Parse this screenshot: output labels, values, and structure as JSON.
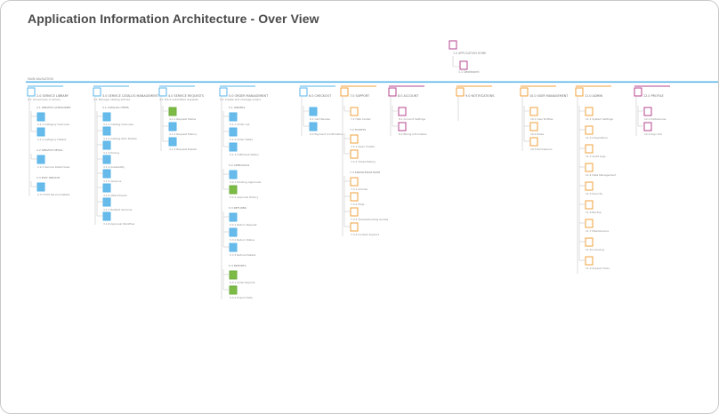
{
  "page_title": "Application Information Architecture - Over View",
  "palette": {
    "blue": "#5ab4e8",
    "blue_fill": "#67bbea",
    "green": "#6fae3d",
    "green_fill": "#7dbb47",
    "orange": "#f0a13c",
    "magenta": "#b4448f",
    "line": "#c8c8c8",
    "text": "#8a8a8a"
  },
  "top_node": {
    "label": "1.0 APPLICATION HOME",
    "child_label": "1.1 Dashboard"
  },
  "main_bar_label": "MAIN NAVIGATION",
  "sections": [
    {
      "color": "blue",
      "title": "2.0 SERVICE LIBRARY",
      "subtitle": "2.1 All services in library",
      "groups": [
        {
          "heading": "2.1 SERVICE CATEGORIES",
          "items": [
            "2.1.1 Category Overview",
            "2.1.2 Category Details"
          ]
        },
        {
          "heading": "2.2 SERVICE DETAIL",
          "items": [
            "2.2.1 Service Detail View"
          ]
        },
        {
          "heading": "2.3 EDIT SERVICE",
          "items": [
            "2.3.1 Edit Service Details"
          ]
        }
      ]
    },
    {
      "color": "blue",
      "title": "3.0 SERVICE CATALOG MANAGEMENT",
      "subtitle": "3.1 Manage catalog entries",
      "groups": [
        {
          "heading": "3.1 CATALOG ITEMS",
          "items": [
            "3.1.1 Catalog Overview",
            "3.1.2 Catalog Item Details",
            "3.1.3 Pricing",
            "3.1.4 Availability",
            "3.1.5 Versions",
            "3.1.6 Attachments",
            "3.1.7 Related Services",
            "3.1.8 Approval Workflow"
          ]
        }
      ]
    },
    {
      "color": "blue",
      "title": "4.0 SERVICE REQUESTS",
      "subtitle": "4.1 Track submitted requests",
      "groups": [
        {
          "heading": "",
          "items": [
            "4.1.1 Request Status",
            "4.1.2 Request History",
            "4.1.3 Request Details"
          ]
        }
      ]
    },
    {
      "color": "blue",
      "title": "5.0 ORDER MANAGEMENT",
      "subtitle": "5.1 Create and manage orders",
      "groups": [
        {
          "heading": "5.1 ORDERS",
          "items": [
            "5.1.1 Order List",
            "5.1.2 Order Detail",
            "5.1.3 Fulfilment Status"
          ]
        },
        {
          "heading": "5.2 APPROVALS",
          "items": [
            "5.2.1 Pending Approvals",
            "5.2.2 Approval History"
          ]
        },
        {
          "heading": "5.3 RETURNS",
          "items": [
            "5.3.1 Return Request",
            "5.3.2 Return Status",
            "5.3.3 Refund Details"
          ]
        },
        {
          "heading": "5.4 REPORTS",
          "items": [
            "5.4.1 Order Reports",
            "5.4.2 Export Data"
          ]
        }
      ]
    },
    {
      "color": "blue",
      "title": "6.0 CHECKOUT",
      "subtitle": "",
      "groups": [
        {
          "heading": "",
          "items": [
            "6.1 Cart Review",
            "6.2 Payment Confirmation"
          ]
        }
      ]
    },
    {
      "color": "orange",
      "title": "7.0 SUPPORT",
      "subtitle": "",
      "groups": [
        {
          "heading": "",
          "items": [
            "7.1 Help Center"
          ]
        },
        {
          "heading": "7.2 TICKETS",
          "items": [
            "7.2.1 Open Tickets",
            "7.2.2 Ticket History"
          ]
        },
        {
          "heading": "7.3 KNOWLEDGE BASE",
          "items": [
            "7.3.1 Articles",
            "7.3.2 FAQs",
            "7.3.3 Troubleshooting Guides",
            "7.3.4 Contact Support"
          ]
        }
      ]
    },
    {
      "color": "magenta",
      "title": "8.0 ACCOUNT",
      "subtitle": "",
      "groups": [
        {
          "heading": "",
          "items": [
            "8.1 Account Settings",
            "8.2 Billing Information"
          ]
        }
      ]
    },
    {
      "color": "orange",
      "title": "9.0 NOTIFICATIONS",
      "subtitle": "",
      "groups": [
        {
          "heading": "",
          "items": []
        }
      ]
    },
    {
      "color": "orange",
      "title": "10.0 USER MANAGEMENT",
      "subtitle": "",
      "groups": [
        {
          "heading": "",
          "items": [
            "10.1 User Profiles",
            "10.2 Roles",
            "10.3 Permissions"
          ]
        }
      ]
    },
    {
      "color": "orange",
      "title": "11.0 ADMIN",
      "subtitle": "",
      "groups": [
        {
          "heading": "",
          "items": [
            "11.1 System Settings",
            "11.2 Integrations",
            "11.3 Audit Logs",
            "11.4 Data Management",
            "11.5 Security",
            "11.6 Backup",
            "11.7 Maintenance",
            "11.8 Licensing",
            "11.9 Support Tools"
          ]
        }
      ]
    },
    {
      "color": "magenta",
      "title": "12.0 PROFILE",
      "subtitle": "",
      "groups": [
        {
          "heading": "",
          "items": [
            "12.1 Preferences",
            "12.2 Sign Out"
          ]
        }
      ]
    }
  ]
}
